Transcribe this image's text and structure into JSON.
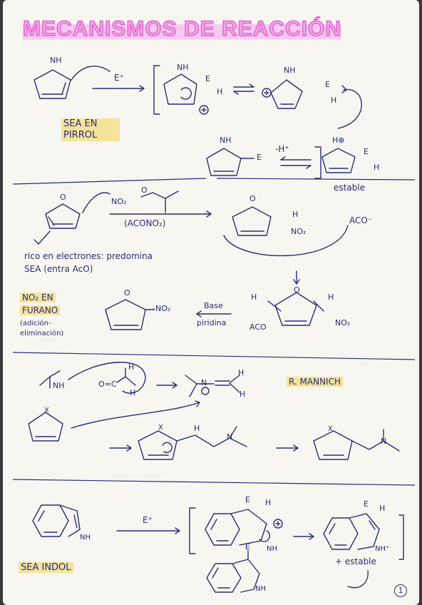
{
  "title": "MECANISMOS DE REACCIÓN",
  "section1": {
    "label": "SEA EN PIRROL",
    "electrophile": "E⁺",
    "intermediate_label": "estable",
    "loss": "-H⁺",
    "atoms": {
      "nh": "NH",
      "e": "E",
      "h": "H",
      "hplus_n": "H⊕"
    }
  },
  "section2": {
    "reagent": "(ACONO₂)",
    "nitrating": "NO₂",
    "oxygen": "O",
    "acetate": "ACO⁻",
    "note_line1": "rico en electrones: predomina",
    "note_line2": "SEA (entra AcO)",
    "label_line1": "NO₂ EN",
    "label_line2": "FURANO",
    "subnote_line1": "(adición-",
    "subnote_line2": "eliminación)",
    "base_label": "Base",
    "base_name": "piridina",
    "product_substituent": "-NO₂",
    "intermediate_sub_left": "ACO",
    "intermediate_sub_right": "NO₂",
    "h": "H"
  },
  "section3": {
    "label": "R. MANNICH",
    "amine": "NH",
    "formaldehyde": "O=C",
    "iminium_n": "N",
    "h": "H",
    "x": "X"
  },
  "section4": {
    "label": "SEA INDOL",
    "electrophile": "E⁺",
    "nh": "NH",
    "nh_plus": "NH⁺",
    "stability": "+ estable",
    "e": "E",
    "h": "H"
  },
  "page_number": "1"
}
